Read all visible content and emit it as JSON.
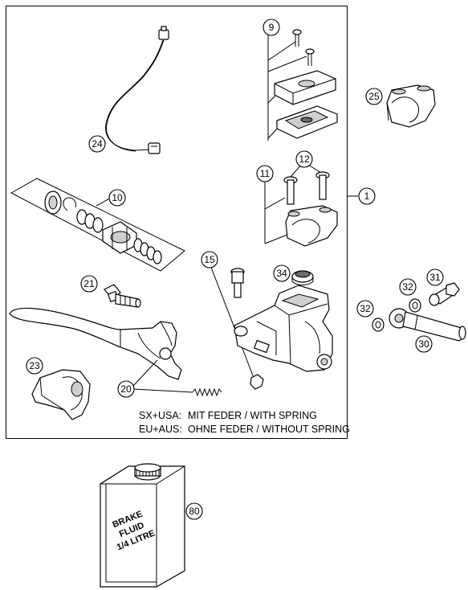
{
  "callouts": {
    "c1": "1",
    "c9": "9",
    "c10": "10",
    "c11": "11",
    "c12": "12",
    "c15": "15",
    "c20": "20",
    "c21": "21",
    "c23": "23",
    "c24": "24",
    "c25": "25",
    "c30": "30",
    "c31": "31",
    "c32a": "32",
    "c32b": "32",
    "c34": "34",
    "c80": "80"
  },
  "notes": {
    "line1_key": "SX+USA:",
    "line1_text": "MIT FEDER / WITH SPRING",
    "line2_key": "EU+AUS:",
    "line2_text": "OHNE FEDER / WITHOUT SPRING"
  },
  "bottle": {
    "line1": "BRAKE",
    "line2": "FLUID",
    "line3": "1/4 LITRE"
  }
}
